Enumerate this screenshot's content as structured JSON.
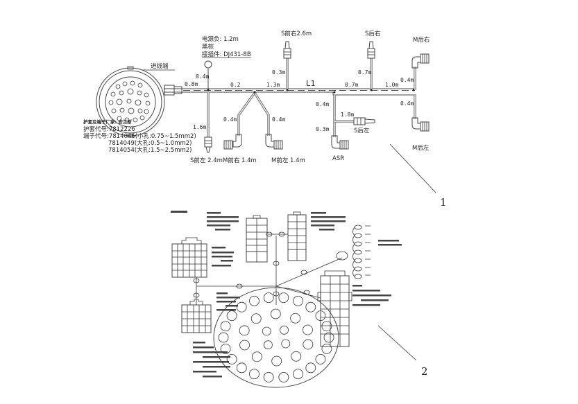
{
  "drawing_1": {
    "inlet_label": "进线端",
    "power_block": {
      "line1": "电源负: 1.2m",
      "line2": "黑棕",
      "line3": "接插件: DJ431-8B"
    },
    "spec_block": {
      "line1": "护套及端子厂家: 安兰斯",
      "line2": "护套代号:7812226",
      "line3": "端子代号:7814046(小孔:0.75~1.5mm2)",
      "line4": "7814049(大孔:0.5~1.0mm2)",
      "line5": "7814054(大孔:1.5~2.5mm2)"
    },
    "segments": {
      "s08": "0.8m",
      "s02": "0.2",
      "s13": "1.3m",
      "l1": "L1",
      "s07": "0.7m",
      "s10": "1.0m",
      "ring": "0.4m",
      "sfl": "1.6m",
      "mfr": "0.4m",
      "mfl": "0.4m",
      "sfr": "0.3m",
      "srr": "0.7m",
      "asr_a": "0.4m",
      "asr_b": "0.3m",
      "srl": "1.8m",
      "mrr": "0.4m",
      "mrl": "0.4m"
    },
    "endpoints": {
      "s_front_left": "S前左 2.4m",
      "m_front_right": "M前右 1.4m",
      "m_front_left": "M前左 1.4m",
      "s_front_right": "S前右2.6m",
      "s_rear_right": "S后右",
      "m_rear_right": "M后右",
      "m_rear_left": "M后左",
      "s_rear_left": "S后左",
      "asr": "ASR"
    },
    "callout": "1"
  },
  "drawing_2": {
    "callout": "2"
  }
}
